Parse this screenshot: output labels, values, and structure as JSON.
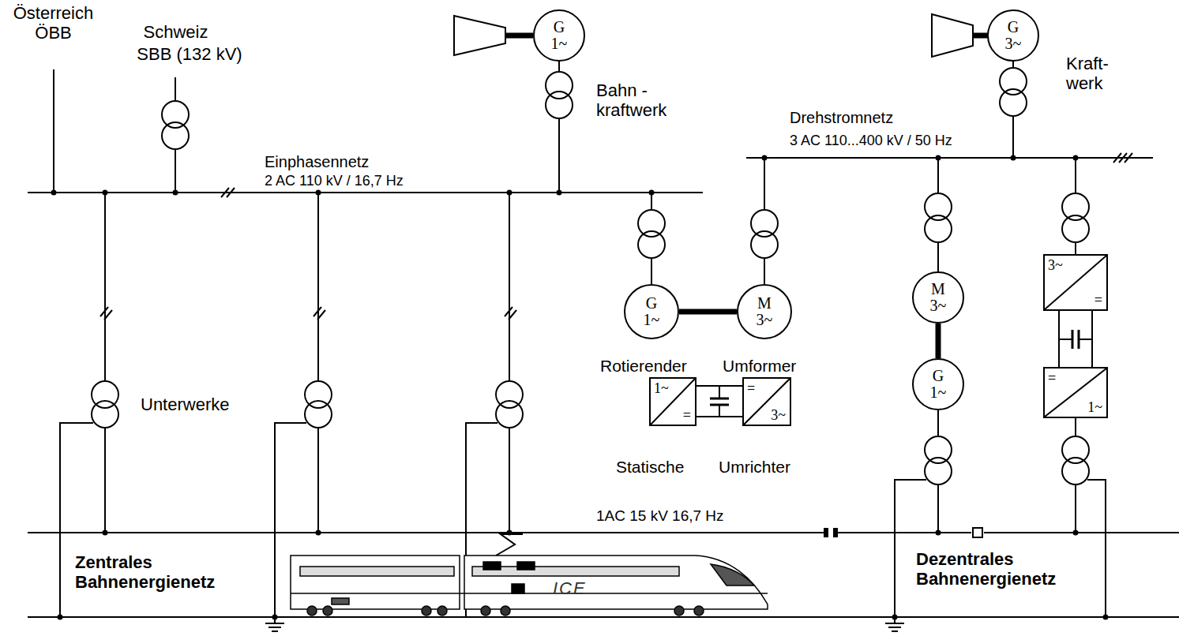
{
  "diagram": {
    "nodes": [
      {
        "text": [
          "G",
          "1~"
        ]
      },
      {
        "text": [
          "G",
          "3~"
        ]
      },
      {
        "text": [
          "G",
          "1~"
        ]
      },
      {
        "text": [
          "M",
          "3~"
        ]
      },
      {
        "text": [
          "1~",
          "="
        ]
      },
      {
        "text": [
          "=",
          "3~"
        ]
      },
      {
        "text": [
          "M",
          "3~"
        ]
      },
      {
        "text": [
          "G",
          "1~"
        ]
      },
      {
        "text": [
          "3~",
          "="
        ]
      },
      {
        "text": [
          "=",
          "1~"
        ]
      }
    ],
    "edges": [
      {
        "from": 2,
        "to": 3,
        "arrow": "none"
      },
      {
        "from": 4,
        "to": 5,
        "arrow": "none"
      },
      {
        "from": 6,
        "to": 7,
        "arrow": "none"
      },
      {
        "from": 8,
        "to": 9,
        "arrow": "none"
      }
    ],
    "labels": [
      "Österreich ÖBB",
      "Schweiz",
      "SBB (132 kV)",
      "Bahn - kraftwerk",
      "Einphasennetz",
      "2 AC 110 kV / 16,7 Hz",
      "Drehstromnetz",
      "3 AC 110...400 kV / 50 Hz",
      "Kraft- werk",
      "Unterwerke",
      "Rotierender",
      "Umformer",
      "Statische",
      "Umrichter",
      "1AC 15 kV 16,7 Hz",
      "Zentrales Bahnenergienetz",
      "ICE",
      "Dezentrales Bahnenergienetz"
    ]
  }
}
